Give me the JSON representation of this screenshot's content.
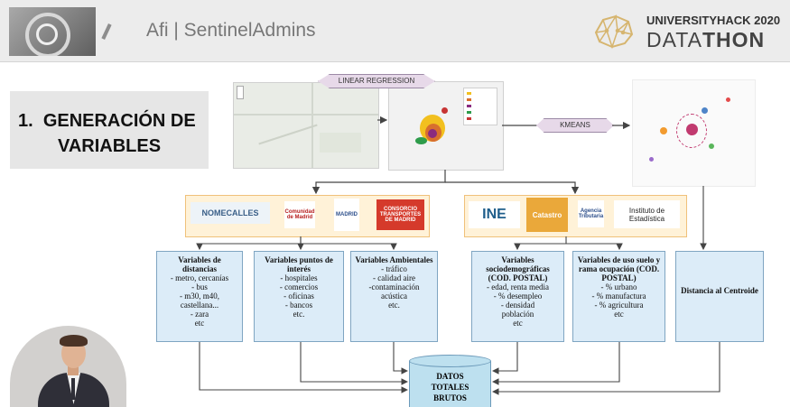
{
  "header": {
    "title": "Afi | SentinelAdmins",
    "hack_line1": "UNIVERSITYHACK 2020",
    "hack_line2_a": "DATA",
    "hack_line2_b": "THON",
    "accent": "#d6b56f"
  },
  "section": {
    "number": "1.",
    "title_line1": "GENERACIÓN DE",
    "title_line2": "VARIABLES"
  },
  "process": {
    "linear_regression": "LINEAR REGRESSION",
    "kmeans": "KMEANS"
  },
  "sources_left": [
    {
      "label": "NOMECALLES"
    },
    {
      "label": "Comunidad de Madrid"
    },
    {
      "label": "MADRID"
    },
    {
      "label": "CONSORCIO TRANSPORTES DE MADRID"
    }
  ],
  "sources_right": [
    {
      "label": "INE"
    },
    {
      "label": "Catastro"
    },
    {
      "label": "Agencia Tributaria"
    },
    {
      "label": "Instituto de Estadística"
    }
  ],
  "variables": [
    {
      "title": "Variables de distancias",
      "items": [
        "- metro, cercanías",
        "- bus",
        "- m30, m40,",
        "castellana...",
        "- zara",
        "etc"
      ]
    },
    {
      "title": "Variables puntos de interés",
      "items": [
        "- hospitales",
        "- comercios",
        "- oficinas",
        "- bancos",
        "etc."
      ]
    },
    {
      "title": "Variables Ambientales",
      "items": [
        "- tráfico",
        "- calidad aire",
        "-contaminación",
        "acústica",
        "etc."
      ]
    },
    {
      "title": "Variables sociodemográficas (COD. POSTAL)",
      "items": [
        "- edad, renta media",
        "- % desempleo",
        "- densidad",
        "población",
        "etc"
      ]
    },
    {
      "title": "Variables de uso suelo y rama ocupación (COD. POSTAL)",
      "items": [
        "- % urbano",
        "- % manufactura",
        "- % agricultura",
        "etc"
      ]
    },
    {
      "title": "Distancia al Centroide",
      "items": []
    }
  ],
  "database": {
    "line1": "DATOS",
    "line2": "TOTALES",
    "line3": "BRUTOS"
  }
}
